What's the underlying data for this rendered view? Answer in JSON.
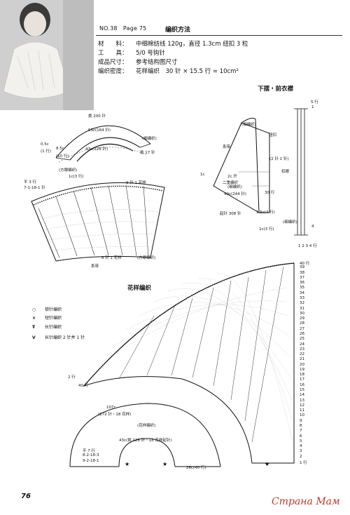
{
  "header": {
    "number": "NO.38",
    "page": "Page 75",
    "title": "编织方法"
  },
  "specs": [
    {
      "label": "材　　料：",
      "value": "中细棉纺线 120g，直径 1.3cm 纽扣 3 粒"
    },
    {
      "label": "工　　具：",
      "value": "5/0 号钩针"
    },
    {
      "label": "成品尺寸：",
      "value": "参考结构图尺寸"
    },
    {
      "label": "编织密度：",
      "value": "花样编织　30 针 × 15.5 行 = 10cm²"
    }
  ],
  "diagrams": {
    "hem_front_title": "下摆・前衣襟",
    "pattern_title": "花样编织",
    "collar_labels": [
      "挑 200 针",
      "55c(164 针)",
      "43c(128 针)",
      "(细编织)",
      "(方眼编织)",
      "挑 17 针",
      "0.5c",
      "(1 行)",
      "8.5c",
      "(10 行)",
      "1c(3 行)"
    ],
    "body_labels": [
      "9 针 1 花样",
      "6 针 1 花样",
      "系带",
      "(方眼编织)",
      "平 3 行",
      "7-1-18-1 针"
    ],
    "hem_labels": [
      "(细编织)",
      "系带",
      "钮扣",
      "(2 针 1 针)",
      "扣眼",
      "2c 开",
      "(细编织)",
      "1c",
      "二重编织",
      "40c(244 针)",
      "30 行",
      "1.5c(4 行)",
      "(细编织)",
      "起针 308 针",
      "1c(3 行)"
    ],
    "fan_labels": [
      "107c",
      "(272 针・18 花样)",
      "(花样编织)",
      "43c(挑 128 针・18 花样起针)",
      "平 7 行",
      "8-2-18-3",
      "9-2-18-1",
      "26c(40 行)",
      "2 行",
      "40 行"
    ],
    "row_numbers": [
      "40 行",
      "39",
      "38",
      "37",
      "36",
      "35",
      "34",
      "33",
      "32",
      "31",
      "30",
      "29",
      "28",
      "27",
      "26",
      "25",
      "24",
      "23",
      "22",
      "21",
      "20",
      "19",
      "18",
      "17",
      "16",
      "15",
      "14",
      "13",
      "12",
      "11",
      "10",
      "9",
      "8",
      "7",
      "6",
      "5",
      "4",
      "3",
      "2",
      "1 行"
    ],
    "edge_numbers": [
      "5 行",
      "1",
      "4",
      "1 2 3 4 行"
    ]
  },
  "legend": [
    {
      "symbol": "○",
      "label": "锁针编织"
    },
    {
      "symbol": "×",
      "label": "短针编织"
    },
    {
      "symbol": "Ŧ",
      "label": "长针编织"
    },
    {
      "symbol": "V",
      "label": "长针编织 2 针并 1 针"
    }
  ],
  "page_number": "76",
  "watermark": "Страна Мам"
}
